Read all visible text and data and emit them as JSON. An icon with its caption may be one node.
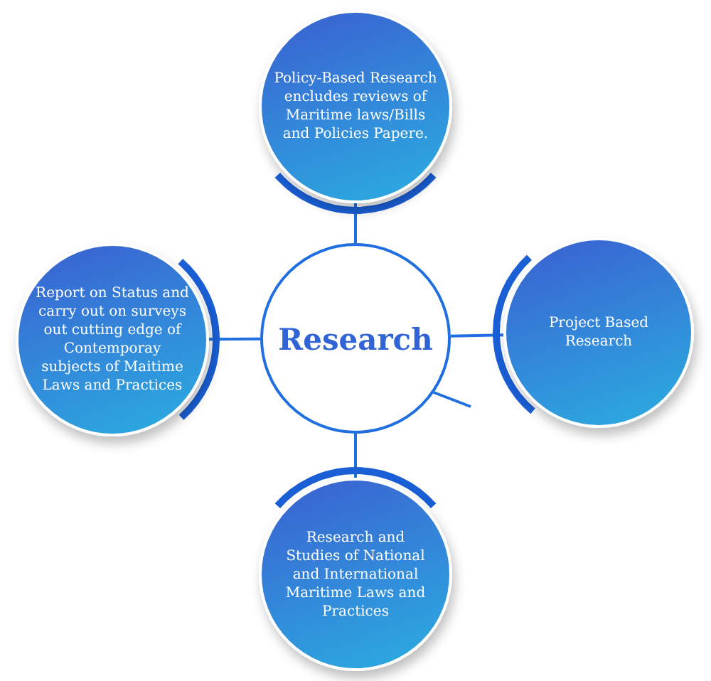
{
  "diagram": {
    "nodes": [
      {
        "text": [
          "Policy-Based Research encludes reviews of Maritime laws/Bills and Policies Papere."
        ]
      },
      {
        "text": [
          "Report on Status and carry out on surveys out cutting edge of Contemporay subjects of Maitime Laws and Practices"
        ]
      },
      {
        "text": [
          "Research"
        ]
      },
      {
        "text": [
          "Project Based Research"
        ]
      },
      {
        "text": [
          "Research and Studies of National and International Maritime Laws and Practices"
        ]
      }
    ],
    "edges": [
      {
        "from": 2,
        "to": 0,
        "arrow": "none"
      },
      {
        "from": 2,
        "to": 1,
        "arrow": "none"
      },
      {
        "from": 2,
        "to": 3,
        "arrow": "none"
      },
      {
        "from": 2,
        "to": 4,
        "arrow": "none"
      }
    ]
  }
}
